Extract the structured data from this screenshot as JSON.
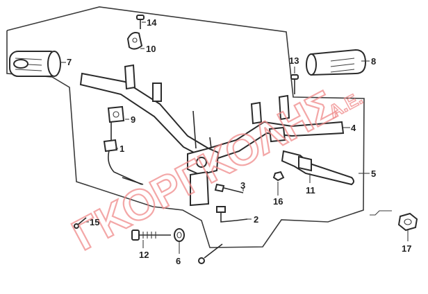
{
  "watermark": {
    "text": "ΓΚΟΡΓΚΟΛΗΣ",
    "suffix": "Α.Ε."
  },
  "callouts": [
    {
      "id": "1",
      "label": "1"
    },
    {
      "id": "2",
      "label": "2"
    },
    {
      "id": "3",
      "label": "3"
    },
    {
      "id": "4",
      "label": "4"
    },
    {
      "id": "5",
      "label": "5"
    },
    {
      "id": "6",
      "label": "6"
    },
    {
      "id": "7",
      "label": "7"
    },
    {
      "id": "8",
      "label": "8"
    },
    {
      "id": "9",
      "label": "9"
    },
    {
      "id": "10",
      "label": "10"
    },
    {
      "id": "11",
      "label": "11"
    },
    {
      "id": "12",
      "label": "12"
    },
    {
      "id": "13",
      "label": "13"
    },
    {
      "id": "14",
      "label": "14"
    },
    {
      "id": "15",
      "label": "15"
    },
    {
      "id": "16",
      "label": "16"
    },
    {
      "id": "17",
      "label": "17"
    }
  ]
}
